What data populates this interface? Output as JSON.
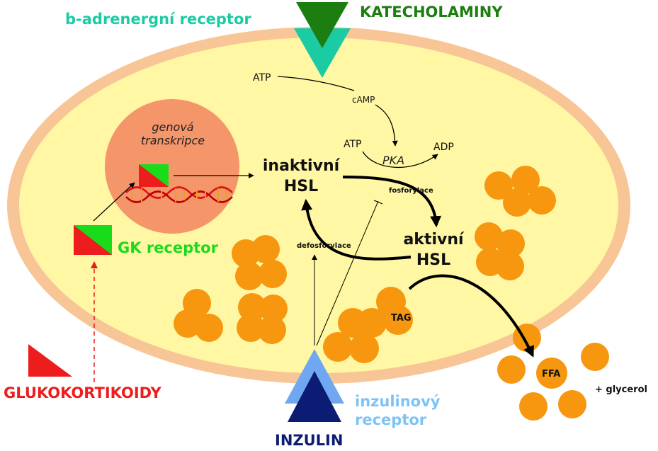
{
  "labels": {
    "beta_receptor": "b-adrenergní receptor",
    "catecholamines": "KATECHOLAMINY",
    "atp_top": "ATP",
    "camp": "cAMP",
    "atp_mid": "ATP",
    "pka": "PKA",
    "adp": "ADP",
    "gene_transcription_1": "genová",
    "gene_transcription_2": "transkripce",
    "inactive_hsl_1": "inaktivní",
    "inactive_hsl_2": "HSL",
    "phosphorylation": "fosforylace",
    "active_hsl_1": "aktivní",
    "active_hsl_2": "HSL",
    "dephosphorylation": "defosforylace",
    "gk_receptor": "GK receptor",
    "glucocorticoids": "GLUKOKORTIKOIDY",
    "tag": "TAG",
    "ffa": "FFA",
    "glycerol": "+ glycerol",
    "insulin_receptor_1": "inzulinový",
    "insulin_receptor_2": "receptor",
    "insulin": "INZULIN"
  },
  "colors": {
    "cell_membrane": "#F8C596",
    "cytoplasm": "#FFF7A3",
    "nucleus": "#F5956A",
    "droplet": "#F6970F",
    "catecholamine": "#1C7E10",
    "beta_receptor": "#1ACBA4",
    "gk_green": "#1ADB1A",
    "glucocorticoid_red": "#EE1D1D",
    "insulin_receptor": "#6FA8F0",
    "insulin": "#0C1C74",
    "insulin_receptor_text": "#7FC3F5"
  },
  "icons": [
    "catecholamine-triangle-icon",
    "beta-receptor-triangle-icon",
    "dna-helix-icon",
    "gk-receptor-icon",
    "glucocorticoid-triangle-icon",
    "insulin-receptor-triangle-icon",
    "insulin-triangle-icon",
    "lipid-droplet-icon"
  ]
}
